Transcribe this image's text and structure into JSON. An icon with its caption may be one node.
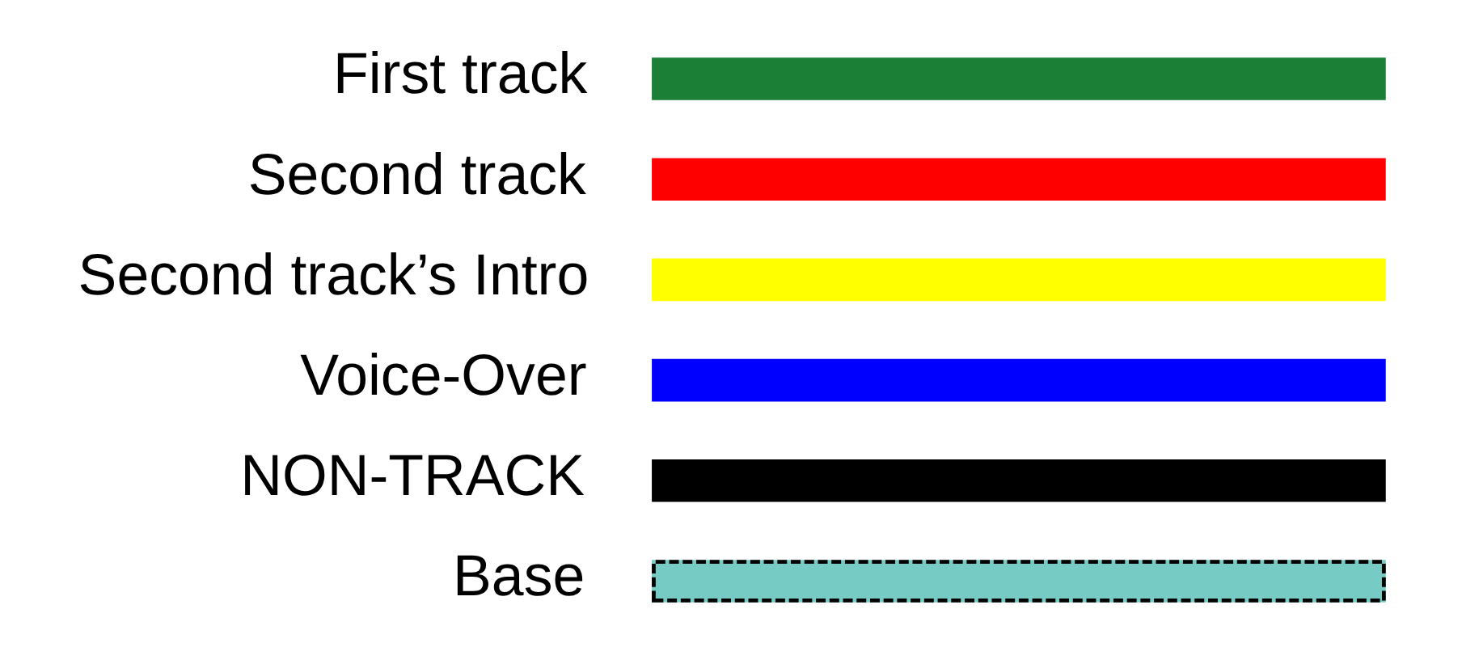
{
  "diagram": {
    "legend": [
      {
        "text": "First track",
        "color": "#1b7f35"
      },
      {
        "text": "Second track",
        "color": "#ff0000"
      },
      {
        "text": "Second track’s Intro",
        "color": "#ffff00"
      },
      {
        "text": "Voice-Over",
        "color": "#0000ff"
      },
      {
        "text": "NON-TRACK",
        "color": "#000000"
      },
      {
        "text": "Base",
        "color": "#77cbc5"
      }
    ]
  }
}
